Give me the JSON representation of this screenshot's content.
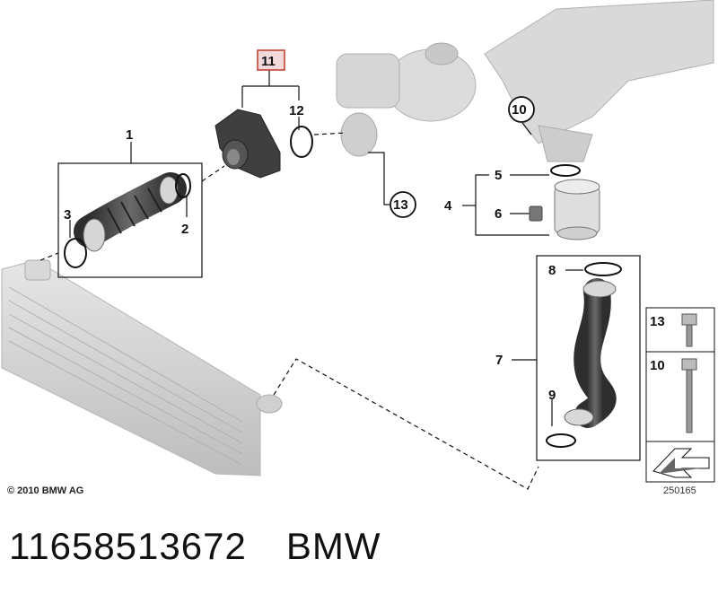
{
  "callouts": {
    "c1": "1",
    "c2": "2",
    "c3": "3",
    "c4": "4",
    "c5": "5",
    "c6": "6",
    "c7": "7",
    "c8": "8",
    "c9": "9",
    "c10": "10",
    "c11": "11",
    "c12": "12",
    "c13": "13"
  },
  "legend": {
    "bolt13": "13",
    "bolt10": "10"
  },
  "copyright": "© 2010 BMW AG",
  "diagram_ref": "250165",
  "footer": {
    "part_number": "11658513672",
    "brand": "BMW"
  },
  "colors": {
    "highlight_box": "#c0392b",
    "part_grey": "#cfcfcf",
    "hose_dark": "#4a4a4a"
  }
}
